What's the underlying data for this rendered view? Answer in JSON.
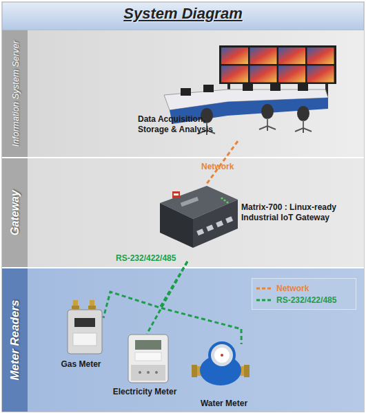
{
  "diagram": {
    "title": "System Diagram",
    "nodes": [
      {
        "text": [
          "Information System Server"
        ]
      },
      {
        "text": [
          "Data Acquisition, Storage & Analysis"
        ],
        "in": 0
      },
      {
        "text": [
          "Gateway"
        ]
      },
      {
        "text": [
          "Matrix-700 : Linux-ready Industrial IoT Gateway"
        ],
        "in": 2
      },
      {
        "text": [
          "Meter Readers"
        ]
      },
      {
        "text": [
          "Gas Meter"
        ],
        "in": 4
      },
      {
        "text": [
          "Electricity Meter"
        ],
        "in": 4
      },
      {
        "text": [
          "Water Meter"
        ],
        "in": 4
      }
    ],
    "edges": [
      {
        "from": 1,
        "to": 3,
        "arrow": "none",
        "label": "Network"
      },
      {
        "from": 3,
        "to": 5,
        "arrow": "none"
      },
      {
        "from": 3,
        "to": 6,
        "arrow": "none",
        "label": "RS-232/422/485"
      },
      {
        "from": 3,
        "to": 7,
        "arrow": "none"
      }
    ],
    "legend": [
      {
        "text": "Network"
      },
      {
        "text": "RS-232/422/485"
      }
    ]
  }
}
